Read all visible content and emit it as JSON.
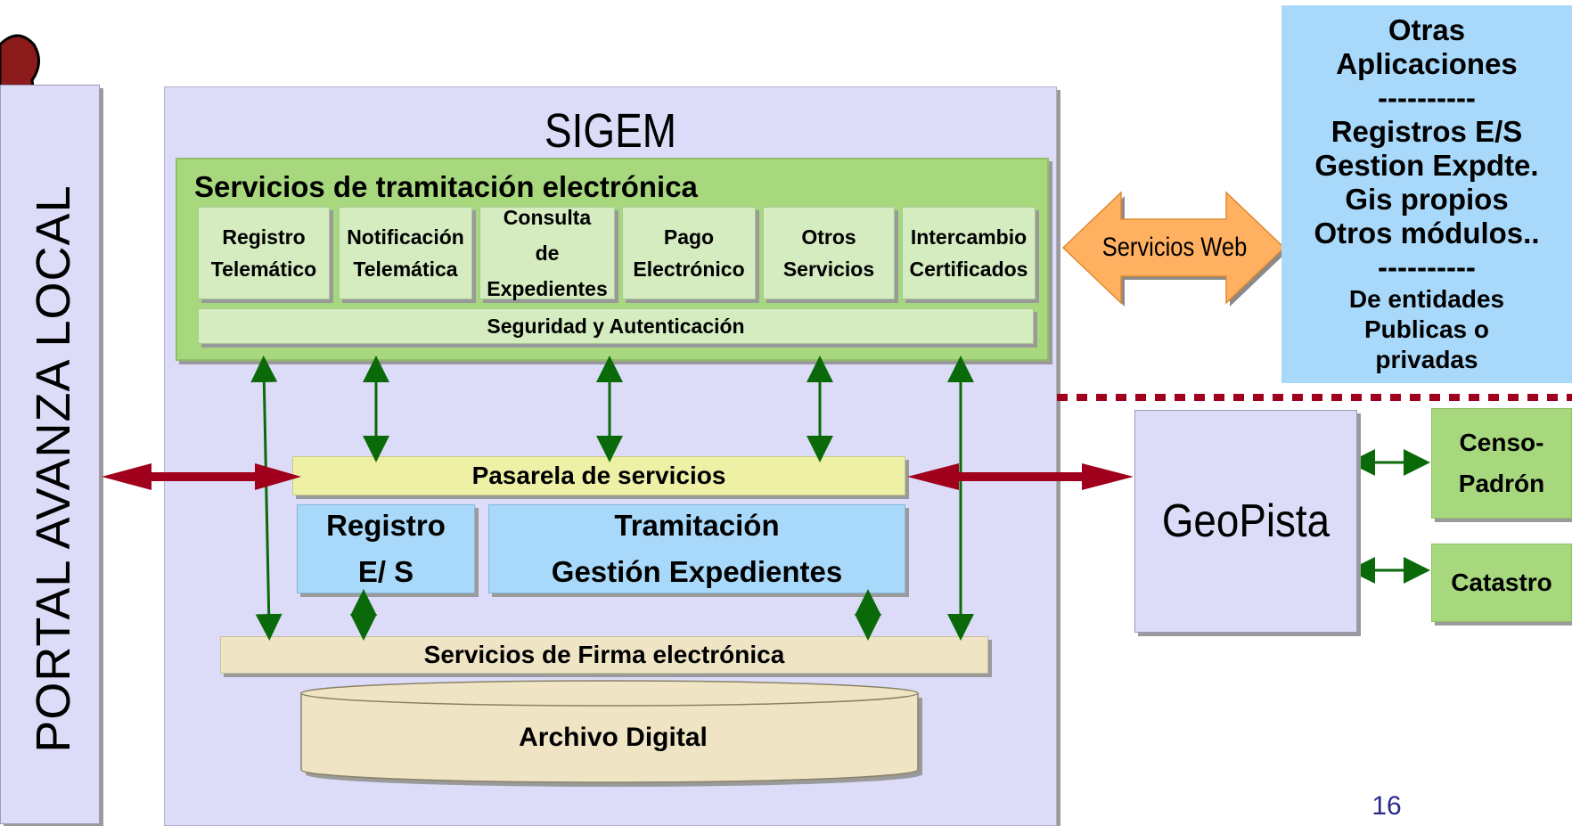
{
  "portal": {
    "label": "PORTAL AVANZA LOCAL"
  },
  "sigem": {
    "title": "SIGEM",
    "tramitacion_title": "Servicios de tramitación electrónica",
    "services": [
      {
        "lines": [
          "Registro",
          "Telemático"
        ]
      },
      {
        "lines": [
          "Notificación",
          "Telemática"
        ]
      },
      {
        "lines": [
          "Consulta",
          "de",
          "Expedientes"
        ]
      },
      {
        "lines": [
          "Pago",
          "Electrónico"
        ]
      },
      {
        "lines": [
          "Otros",
          "Servicios"
        ]
      },
      {
        "lines": [
          "Intercambio",
          "Certificados"
        ]
      }
    ],
    "security": "Seguridad y Autenticación",
    "pasarela": "Pasarela de servicios",
    "registro": {
      "line1": "Registro",
      "line2": "E/ S"
    },
    "tramitacion": {
      "line1": "Tramitación",
      "line2": "Gestión Expedientes"
    },
    "firma": "Servicios de Firma electrónica",
    "archivo": "Archivo Digital"
  },
  "servicios_web": "Servicios Web",
  "otras": {
    "lines": [
      {
        "text": "Otras",
        "small": false
      },
      {
        "text": "Aplicaciones",
        "small": false
      },
      {
        "text": "----------",
        "small": false
      },
      {
        "text": "Registros E/S",
        "small": false
      },
      {
        "text": "Gestion Expdte.",
        "small": false
      },
      {
        "text": "Gis propios",
        "small": false
      },
      {
        "text": "Otros módulos..",
        "small": false
      },
      {
        "text": "----------",
        "small": false
      },
      {
        "text": "De entidades",
        "small": true
      },
      {
        "text": "Publicas o",
        "small": true
      },
      {
        "text": "privadas",
        "small": true
      }
    ]
  },
  "geopista": "GeoPista",
  "censo": {
    "line1": "Censo-",
    "line2": "Padrón"
  },
  "catastro": "Catastro",
  "page_number": "16",
  "colors": {
    "portal_bg": "#dcdcf8",
    "green": "#a8d87e",
    "light_green": "#d4ecc0",
    "blue": "#a9d9fa",
    "yellow": "#eef0a6",
    "beige": "#efe5c4",
    "orange": "#ffb060",
    "dark_red": "#a0001c",
    "dark_green": "#0a6a0a"
  }
}
